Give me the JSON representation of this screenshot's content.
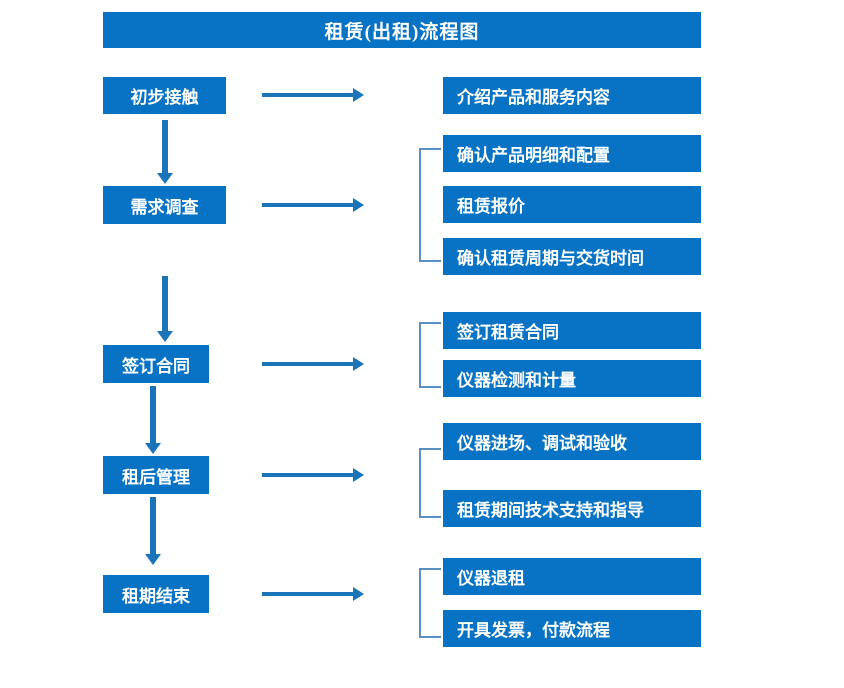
{
  "diagram": {
    "title": "租赁(出租)流程图",
    "colors": {
      "box_blue": "#0873C4",
      "arrow_blue": "#1974B8",
      "bracket_blue": "#5B8FC2",
      "text_white": "#FFFFFF",
      "background": "#FFFFFF"
    },
    "stages": [
      {
        "label": "初步接触",
        "details": [
          "介绍产品和服务内容"
        ],
        "bracketed": false
      },
      {
        "label": "需求调查",
        "details": [
          "确认产品明细和配置",
          "租赁报价",
          "确认租赁周期与交货时间"
        ],
        "bracketed": true
      },
      {
        "label": "签订合同",
        "details": [
          "签订租赁合同",
          "仪器检测和计量"
        ],
        "bracketed": true
      },
      {
        "label": "租后管理",
        "details": [
          "仪器进场、调试和验收",
          "租赁期间技术支持和指导"
        ],
        "bracketed": true
      },
      {
        "label": "租期结束",
        "details": [
          "仪器退租",
          "开具发票，付款流程"
        ],
        "bracketed": true
      }
    ],
    "connectors": {
      "stage_to_detail_arrow": "right-arrow",
      "stage_to_stage_arrow": "down-arrow"
    }
  }
}
